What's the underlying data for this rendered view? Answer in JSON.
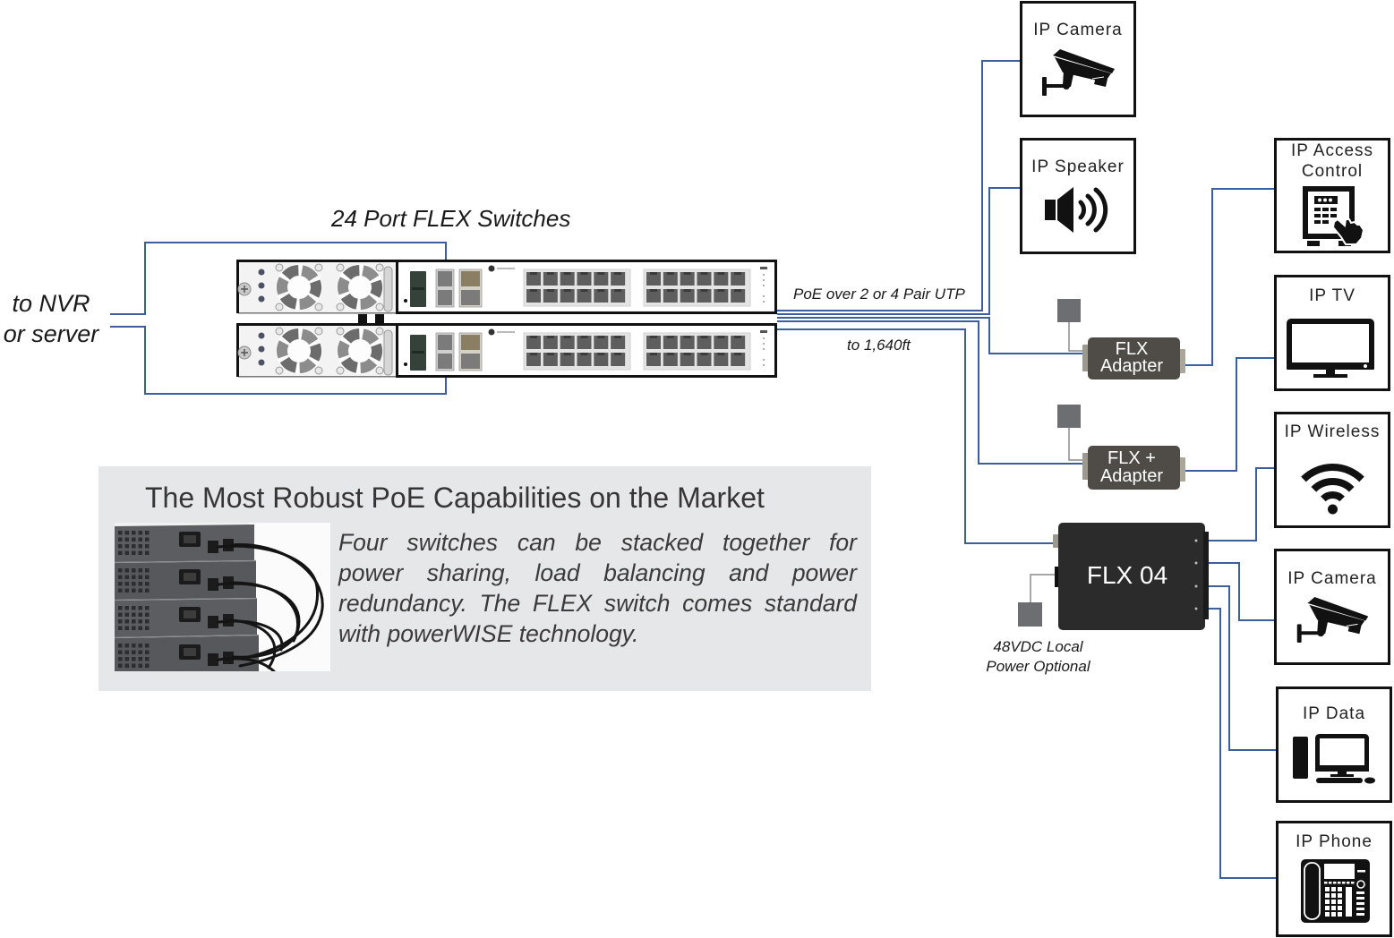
{
  "diagram_labels": {
    "source_lines": [
      "to NVR",
      "or server"
    ],
    "switch_title": "24 Port FLEX Switches",
    "cable_type": "PoE over 2 or 4 Pair UTP",
    "max_distance": "to 1,640ft",
    "local_power_lines": [
      "48VDC Local",
      "Power Optional"
    ]
  },
  "switches": {
    "count": 2,
    "ports_per_switch": 24
  },
  "adapters": [
    {
      "label_lines": [
        "FLX",
        "Adapter"
      ]
    },
    {
      "label_lines": [
        "FLX +",
        "Adapter"
      ]
    }
  ],
  "hub": {
    "label": "FLX 04",
    "output_ports": 4
  },
  "devices": [
    {
      "label_lines": [
        "IP Camera"
      ],
      "icon": "camera-icon"
    },
    {
      "label_lines": [
        "IP Speaker"
      ],
      "icon": "speaker-icon"
    },
    {
      "label_lines": [
        "IP Access",
        "Control"
      ],
      "icon": "access-control-keypad-icon"
    },
    {
      "label_lines": [
        "IP TV"
      ],
      "icon": "tv-icon"
    },
    {
      "label_lines": [
        "IP Wireless"
      ],
      "icon": "wifi-icon"
    },
    {
      "label_lines": [
        "IP Camera"
      ],
      "icon": "camera-icon"
    },
    {
      "label_lines": [
        "IP Data"
      ],
      "icon": "desktop-computer-icon"
    },
    {
      "label_lines": [
        "IP Phone"
      ],
      "icon": "desk-phone-icon"
    }
  ],
  "info_panel": {
    "title": "The Most Robust PoE Capabilities on the Market",
    "body_lines": [
      "Four switches can be stacked together for",
      "power sharing, load balancing and power",
      "redundancy. The FLEX switch comes standard",
      "with powerWISE technology."
    ]
  },
  "colors": {
    "link": "#3b5e9e",
    "info_panel_bg": "#e6e7e8",
    "adapter_body": "#4f4c47",
    "hub_body": "#2b2b2b",
    "power_supply": "#6d6e71"
  }
}
